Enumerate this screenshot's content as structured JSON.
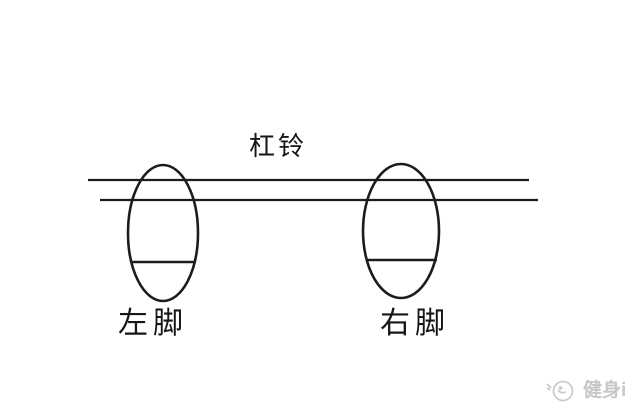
{
  "diagram": {
    "title": "杠铃",
    "left_foot_label": "左脚",
    "right_foot_label": "右脚"
  },
  "watermark": {
    "text": "健身i",
    "logo_icon": "fitness-chick-logo-icon"
  },
  "colors": {
    "background": "#ffffff",
    "line": "#1c1c1c",
    "text": "#161616",
    "watermark": "#c7c7c7"
  }
}
